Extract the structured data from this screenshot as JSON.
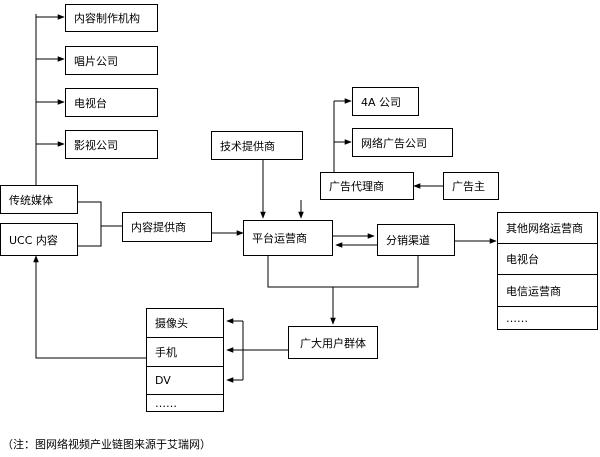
{
  "nodes": {
    "content_production": "内容制作机构",
    "record_company": "唱片公司",
    "tv_station": "电视台",
    "film_company": "影视公司",
    "traditional_media": "传统媒体",
    "ucc_content": "UCC 内容",
    "content_provider": "内容提供商",
    "tech_provider": "技术提供商",
    "platform_operator": "平台运营商",
    "ad_agency": "广告代理商",
    "advertiser": "广告主",
    "agency_4a": "4A 公司",
    "online_ad_company": "网络广告公司",
    "distribution_channel": "分销渠道",
    "user_group": "广大用户群体"
  },
  "operators": [
    "其他网络运营商",
    "电视台",
    "电信运营商",
    "……"
  ],
  "devices": [
    "摄像头",
    "手机",
    "DV",
    "……"
  ],
  "note": "（注：图网络视频产业链图来源于艾瑞网）"
}
